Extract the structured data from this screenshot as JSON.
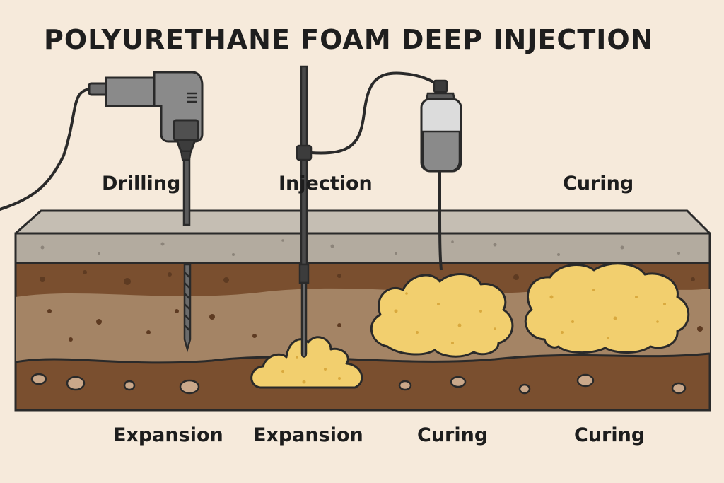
{
  "title": "POLYURETHANE FOAM DEEP INJECTION",
  "step_labels": [
    "Drilling",
    "Injection",
    "Curing"
  ],
  "bottom_labels": [
    "Expansion",
    "Expansion",
    "Curing",
    "Curing"
  ],
  "colors": {
    "background": "#f6eadb",
    "slab": "#b3ab9f",
    "slab_top": "#c5beb3",
    "soil_dark": "#7a4f2f",
    "soil_light": "#a48465",
    "foam": "#f2cf6e",
    "foam_spots": "#d9a93e",
    "outline": "#2a2a2a"
  }
}
